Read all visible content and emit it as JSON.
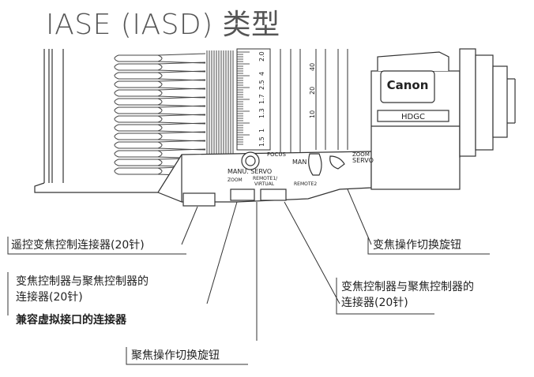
{
  "title": "IASE (IASD) 类型",
  "lens": {
    "brand": "Canon",
    "badge": "HDGC",
    "scale_top": [
      "2.0",
      "4",
      "2.5",
      "1.7",
      "1.3",
      "1",
      "1.5"
    ],
    "scale_mid": [
      "40",
      "20",
      "10"
    ],
    "switch_focus": "FOCUS",
    "switch_zoom": "ZOOM",
    "manu_servo_left": "MANU.  SERVO",
    "manu_right": "MAN",
    "servo_right": "SERVO",
    "port_zoom": "ZOOM",
    "port_remote1": "REMOTE1/",
    "port_virtual": "VIRTUAL",
    "port_remote2": "REMOTE2"
  },
  "labels": {
    "remote_zoom_connector": "遥控变焦控制连接器(20针)",
    "zoom_switch_knob": "变焦操作切换旋钮",
    "left_controller_connector_line1": "变焦控制器与聚焦控制器的",
    "left_controller_connector_line2": "连接器(20针)",
    "right_controller_connector_line1": "变焦控制器与聚焦控制器的",
    "right_controller_connector_line2": "连接器(20针)",
    "virtual_interface_connector": "兼容虚拟接口的连接器",
    "focus_switch_knob": "聚焦操作切换旋钮"
  }
}
